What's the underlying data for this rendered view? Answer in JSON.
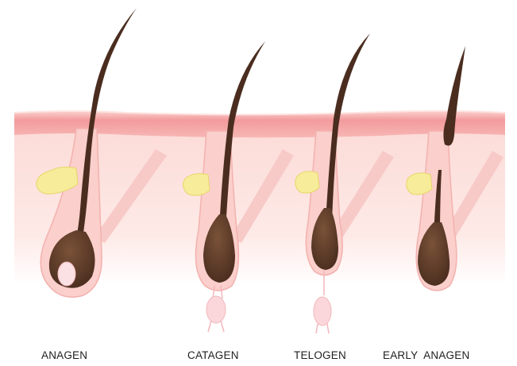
{
  "stages": [
    {
      "label": "ANAGEN"
    },
    {
      "label": "CATAGEN"
    },
    {
      "label": "TELOGEN"
    },
    {
      "label": "EARLY  ANAGEN"
    }
  ],
  "colors": {
    "epidermis": "#f4a6a8",
    "epidermis_top": "#f9c9c6",
    "dermis": "#fde3df",
    "follicle_sheath": "#fbd0cc",
    "hair_shaft": "#4a2d1f",
    "bulb": "#6b4530",
    "papilla": "#fbe1e3",
    "sebaceous_gland": "#f6ec9a"
  },
  "icons": [
    "hair-follicle-anagen",
    "hair-follicle-catagen",
    "hair-follicle-telogen",
    "hair-follicle-early-anagen"
  ]
}
